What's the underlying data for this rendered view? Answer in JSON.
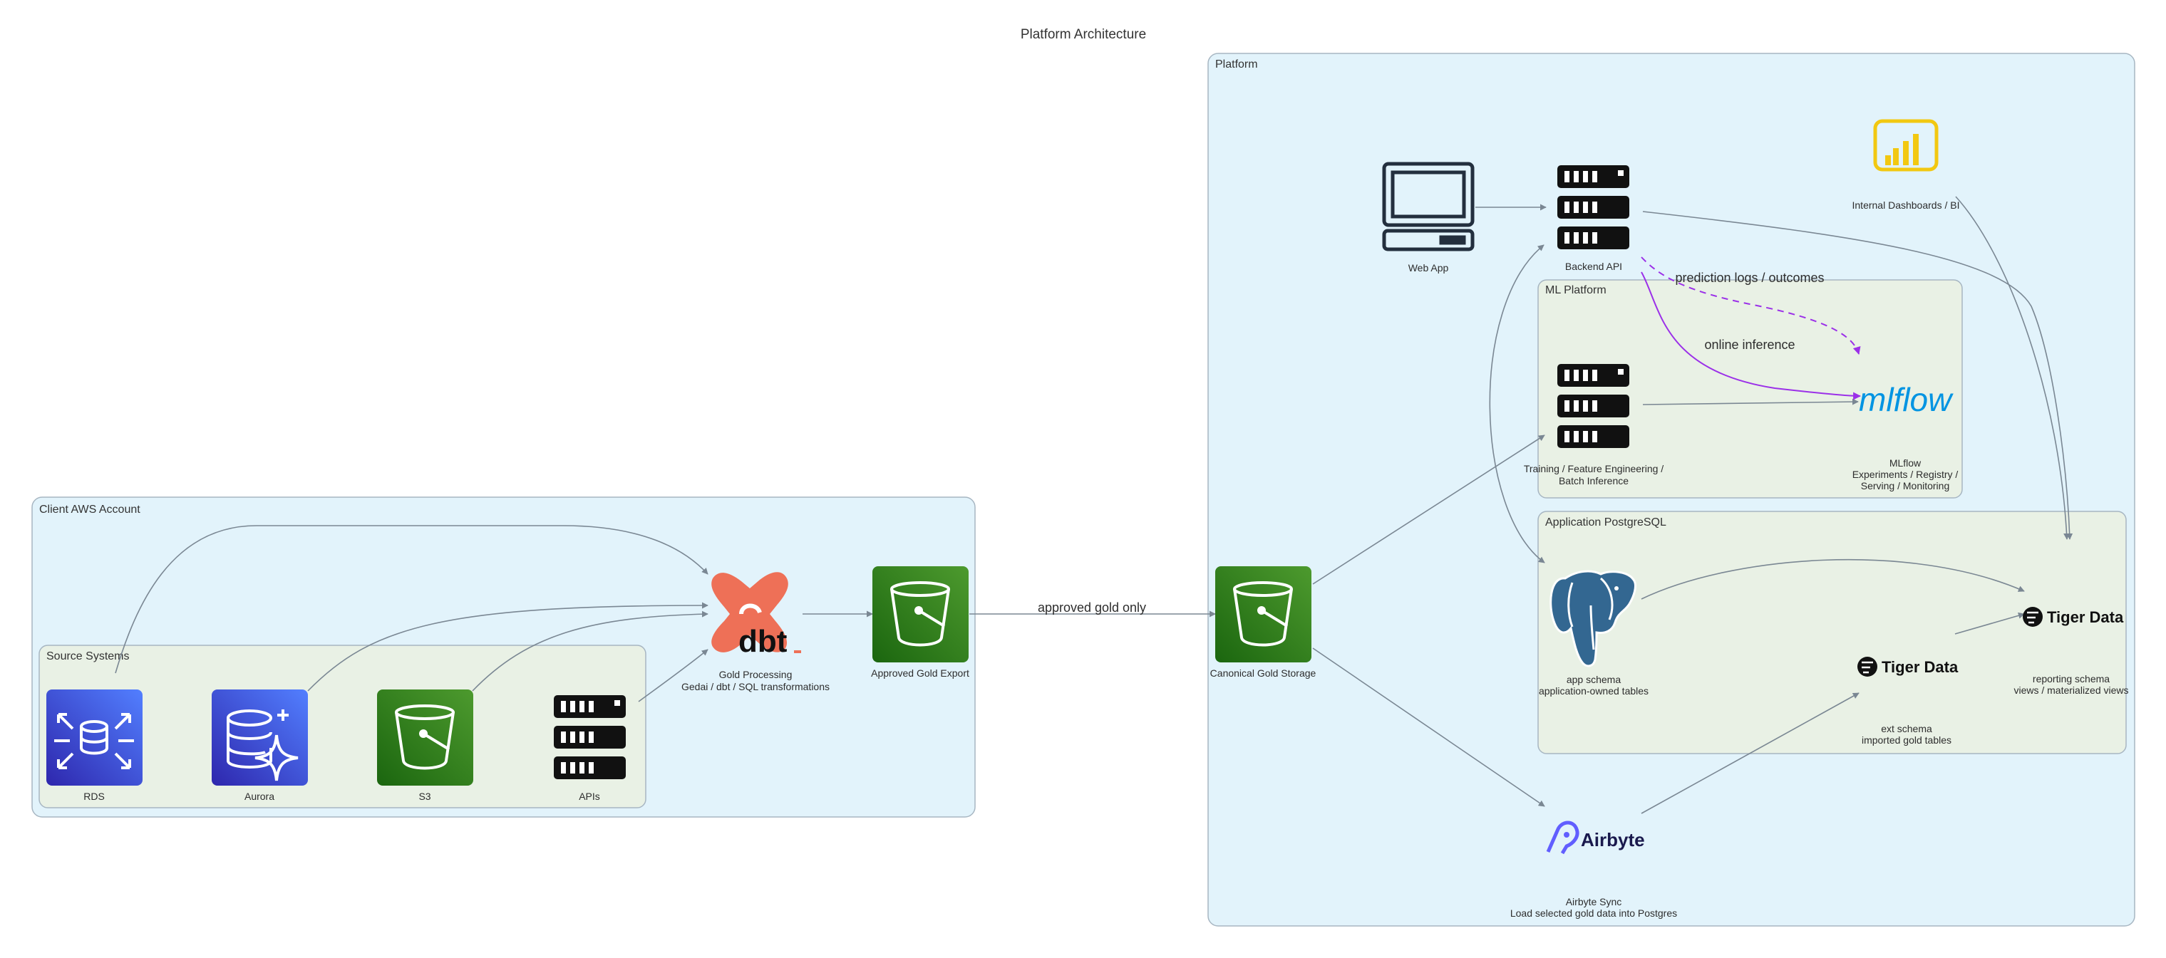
{
  "title": "Platform Architecture",
  "clusters": {
    "client_aws": "Client AWS Account",
    "source_systems": "Source Systems",
    "platform": "Platform",
    "ml_platform": "ML Platform",
    "app_postgres": "Application PostgreSQL"
  },
  "nodes": {
    "rds": "RDS",
    "aurora": "Aurora",
    "s3": "S3",
    "apis": "APIs",
    "gold_processing": [
      "Gold Processing",
      "Gedai / dbt / SQL transformations"
    ],
    "approved_gold_export": "Approved Gold Export",
    "canonical_gold_storage": "Canonical Gold Storage",
    "web_app": "Web App",
    "backend_api": "Backend API",
    "internal_dashboards": "Internal Dashboards / BI",
    "training": [
      "Training / Feature Engineering /",
      "Batch Inference"
    ],
    "mlflow": [
      "MLflow",
      "Experiments / Registry /",
      "Serving / Monitoring"
    ],
    "app_schema": [
      "app schema",
      "application-owned tables"
    ],
    "ext_schema": [
      "ext schema",
      "imported gold tables"
    ],
    "reporting_schema": [
      "reporting schema",
      "views / materialized views"
    ],
    "airbyte_sync": [
      "Airbyte Sync",
      "Load selected gold data into Postgres"
    ]
  },
  "edge_labels": {
    "approved_gold_only": "approved gold only",
    "prediction_logs": "prediction logs / outcomes",
    "online_inference": "online inference"
  },
  "logos": {
    "dbt": "dbt",
    "mlflow": "mlflow",
    "tiger_data": "Tiger Data",
    "airbyte": "Airbyte"
  },
  "colors": {
    "cluster_blue_fill": "#e2f3fb",
    "cluster_green_fill": "#e9f1e5",
    "aws_purple": "#4453d9",
    "aws_green": "#3f8624",
    "edge_gray": "#7a8793",
    "edge_purple": "#9b30e8",
    "dbt_orange": "#ee7057",
    "powerbi_yellow": "#f2c811",
    "mlflow_blue": "#0194e2",
    "airbyte_purple": "#615eff"
  }
}
